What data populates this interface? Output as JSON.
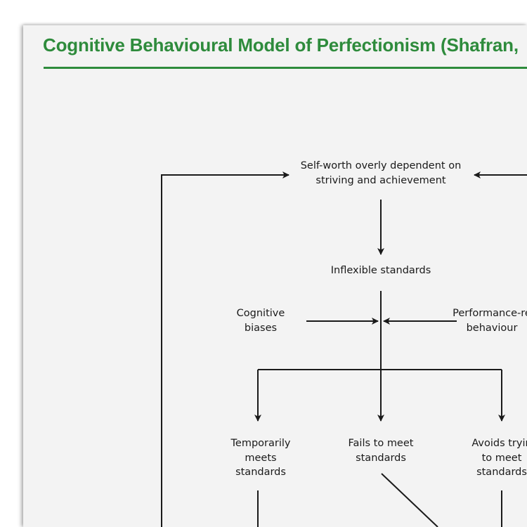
{
  "title": "Cognitive Behavioural Model of Perfectionism (Shafran,",
  "nodes": {
    "self_worth": "Self-worth overly dependent on\nstriving and achievement",
    "inflexible": "Inflexible standards",
    "cognitive_biases": "Cognitive\nbiases",
    "performance": "Performance-re\nbehaviour",
    "temporarily_meets": "Temporarily\nmeets\nstandards",
    "fails_to_meet": "Fails to meet\nstandards",
    "avoids_trying": "Avoids tryin\nto meet\nstandards"
  },
  "colors": {
    "accent": "#2e8b3c",
    "paper": "#f3f3f3",
    "ink": "#1a1a1a"
  }
}
